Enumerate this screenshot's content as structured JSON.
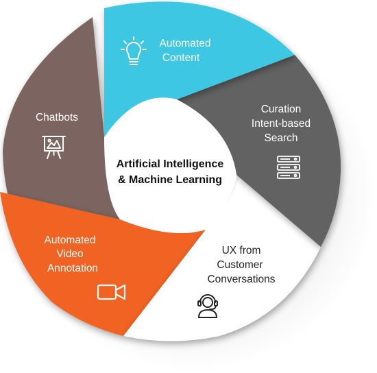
{
  "center": {
    "line1": "Artificial Intelligence",
    "line2": "& Machine Learning"
  },
  "segments": [
    {
      "name": "automated-content",
      "lines": [
        "Automated",
        "Content"
      ],
      "color": "#3cc7e2",
      "icon": "lightbulb-icon"
    },
    {
      "name": "curation-search",
      "lines": [
        "Curation",
        "Intent-based",
        "Search"
      ],
      "color": "#626262",
      "icon": "database-list-icon"
    },
    {
      "name": "ux-conversations",
      "lines": [
        "UX from",
        "Customer",
        "Conversations"
      ],
      "color": "#ffffff",
      "icon": "headset-agent-icon"
    },
    {
      "name": "video-annotation",
      "lines": [
        "Automated",
        "Video",
        "Annotation"
      ],
      "color": "#f06321",
      "icon": "video-camera-icon"
    },
    {
      "name": "chatbots",
      "lines": [
        "Chatbots"
      ],
      "color": "#7b6560",
      "icon": "presentation-board-icon"
    }
  ]
}
